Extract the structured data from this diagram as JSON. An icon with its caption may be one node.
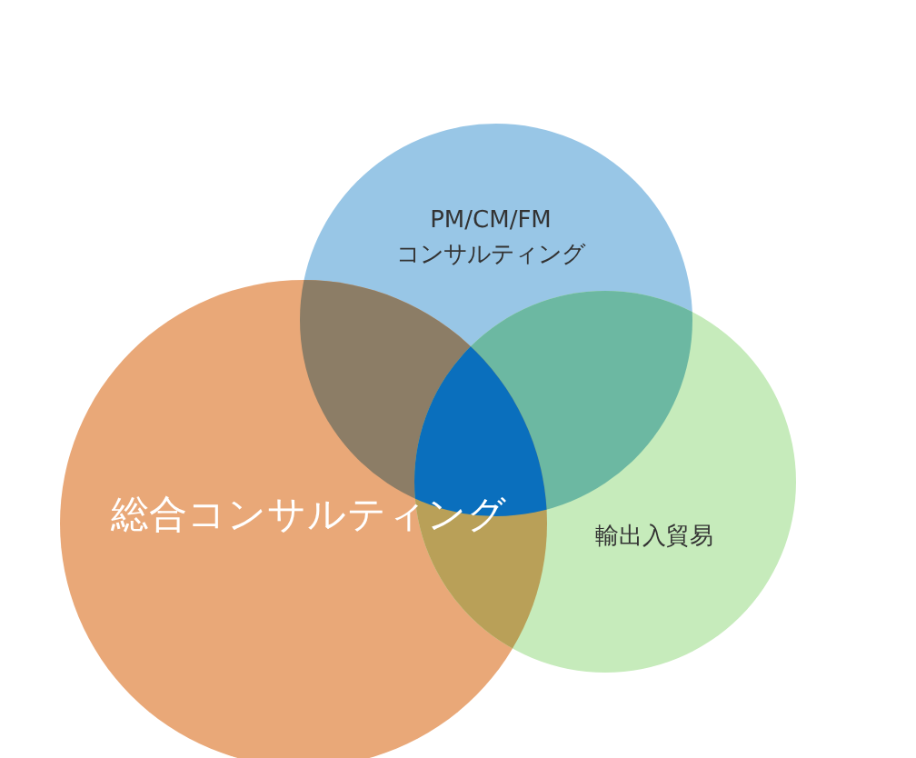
{
  "diagram": {
    "nodes": [
      {
        "text": [
          "PM/CM/FM コンサルティング"
        ]
      },
      {
        "text": [
          "総合コンサルティング"
        ]
      },
      {
        "text": [
          "輸出入貿易"
        ]
      }
    ]
  }
}
